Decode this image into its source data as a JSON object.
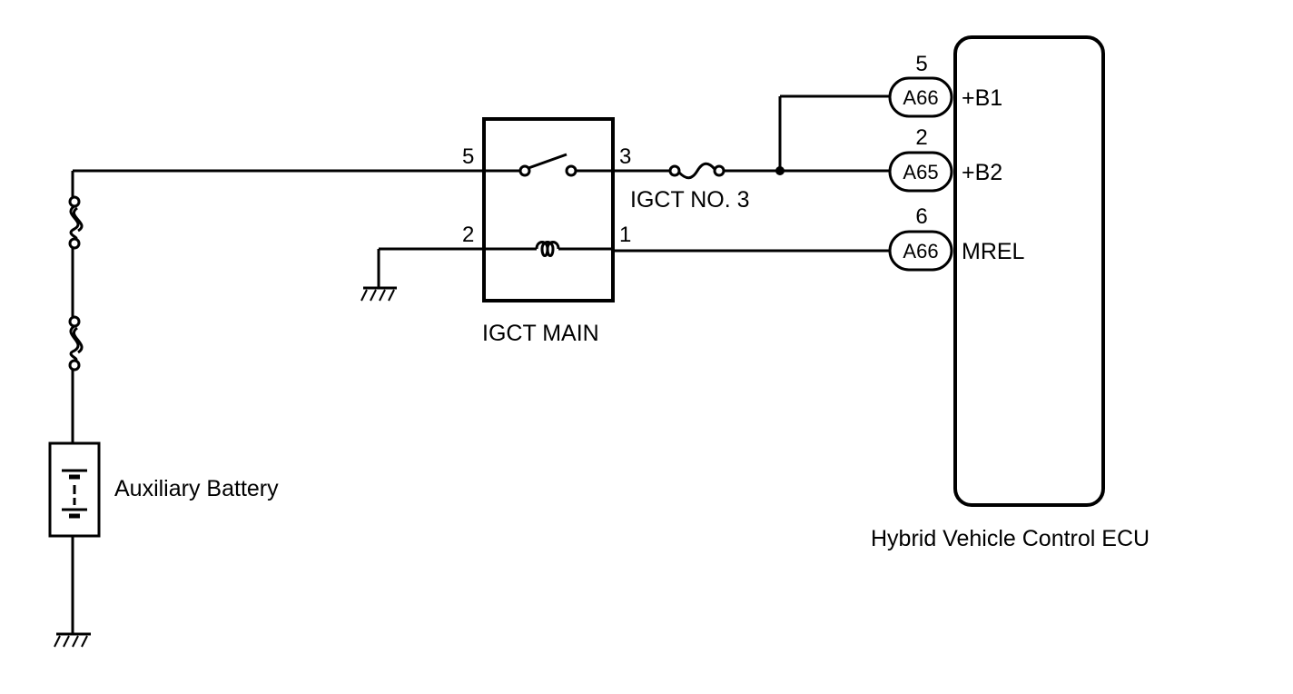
{
  "components": {
    "relay_label": "IGCT MAIN",
    "fuse_label": "IGCT NO. 3",
    "battery_label": "Auxiliary Battery",
    "ecu_label": "Hybrid Vehicle Control ECU"
  },
  "relay_pins": {
    "top_left": "5",
    "top_right": "3",
    "bottom_left": "2",
    "bottom_right": "1"
  },
  "ecu_terminals": [
    {
      "pin": "5",
      "connector": "A66",
      "signal": "+B1"
    },
    {
      "pin": "2",
      "connector": "A65",
      "signal": "+B2"
    },
    {
      "pin": "6",
      "connector": "A66",
      "signal": "MREL"
    }
  ],
  "icons": [
    "fuse-icon",
    "relay-switch-icon",
    "relay-coil-icon",
    "ground-icon",
    "battery-icon",
    "junction-dot"
  ]
}
